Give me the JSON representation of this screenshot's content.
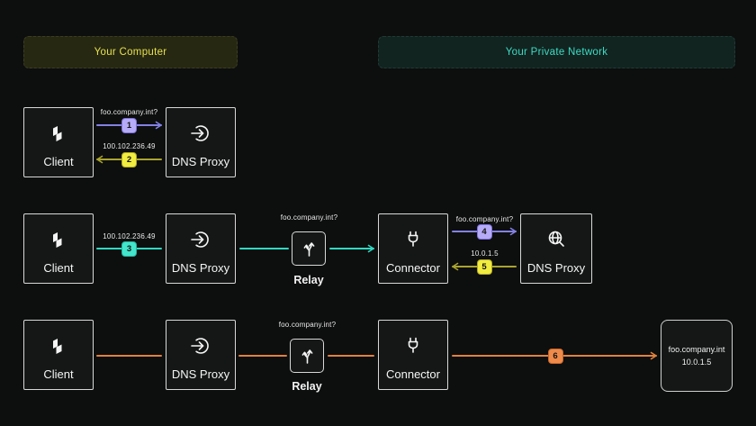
{
  "banners": {
    "computer": "Your Computer",
    "private_network": "Your Private Network"
  },
  "nodes": {
    "client": "Client",
    "dns_proxy": "DNS Proxy",
    "relay": "Relay",
    "connector": "Connector"
  },
  "steps": {
    "s1": {
      "num": "1",
      "label": "foo.company.int?",
      "color": "#8381e3"
    },
    "s2": {
      "num": "2",
      "label": "100.102.236.49",
      "color": "#a9a42e"
    },
    "s3": {
      "num": "3",
      "label": "100.102.236.49",
      "color": "#2fd9c2"
    },
    "s4": {
      "num": "4",
      "label": "foo.company.int?",
      "color": "#8381e3"
    },
    "s5": {
      "num": "5",
      "label": "10.0.1.5",
      "color": "#a9a42e"
    },
    "s6": {
      "num": "6",
      "label": "",
      "color": "#e0813e"
    }
  },
  "relay_queries": {
    "row2": "foo.company.int?",
    "row3": "foo.company.int?"
  },
  "destination": {
    "hostname": "foo.company.int",
    "ip": "10.0.1.5"
  },
  "colors": {
    "background": "#0d0e0e",
    "purple": "#8381e3",
    "yellow": "#a9a42e",
    "teal": "#2fd9c2",
    "orange": "#e0813e",
    "purple_badge": "#b6abf7",
    "yellow_badge": "#f1ec40",
    "teal_badge": "#43e5cb",
    "orange_badge": "#ef8a4b",
    "banner_computer_text": "#e6e14e",
    "banner_private_text": "#3bdcc5",
    "node_border": "#d8d8d8"
  }
}
